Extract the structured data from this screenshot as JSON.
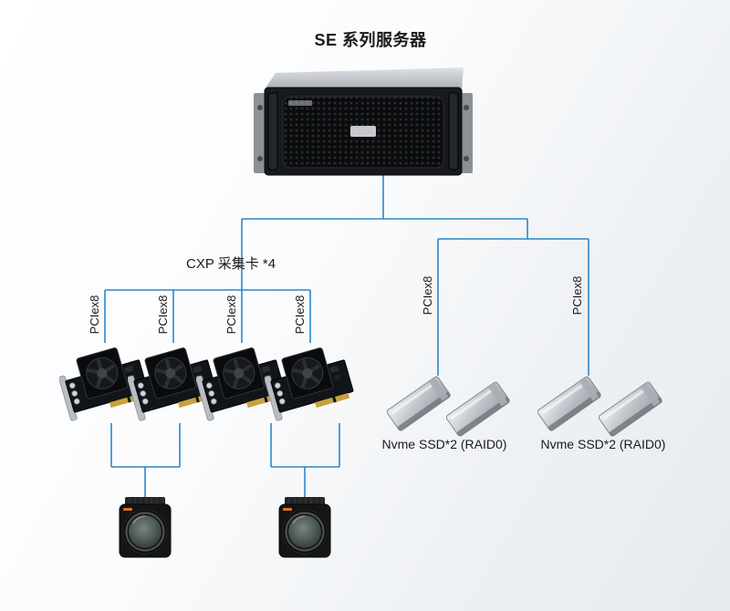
{
  "diagram": {
    "title": "SE 系列服务器",
    "server": {
      "name": "rack-server"
    },
    "capture_section": {
      "label": "CXP 采集卡 *4",
      "cards": [
        {
          "pcie_label": "PCIex8"
        },
        {
          "pcie_label": "PCIex8"
        },
        {
          "pcie_label": "PCIex8"
        },
        {
          "pcie_label": "PCIex8"
        }
      ]
    },
    "storage_section": {
      "groups": [
        {
          "pcie_label": "PCIex8",
          "label": "Nvme SSD*2 (RAID0)"
        },
        {
          "pcie_label": "PCIex8",
          "label": "Nvme SSD*2 (RAID0)"
        }
      ]
    },
    "cameras": [
      {
        "name": "industrial-camera"
      },
      {
        "name": "industrial-camera"
      }
    ]
  },
  "graphics": {
    "server": "rack-server-image",
    "capture_card": "cxp-capture-card-image",
    "ssd": "nvme-ssd-image",
    "camera": "industrial-camera-image"
  },
  "colors": {
    "connector": "#2b87c9",
    "text": "#1a1a1a",
    "background_start": "#ffffff",
    "background_end": "#e6eaee"
  }
}
